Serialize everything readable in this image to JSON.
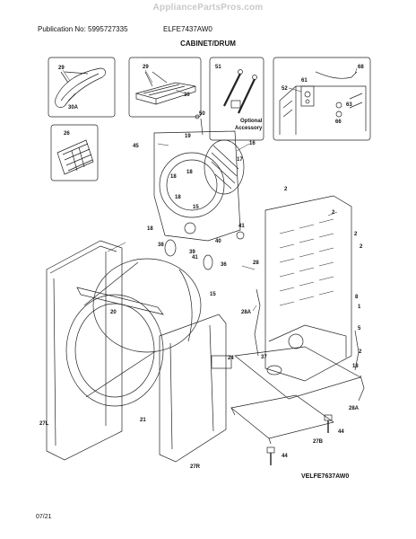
{
  "watermark": "AppliancePartsPros.com",
  "header": {
    "publication": "Publication No: 5995727335",
    "model": "ELFE7437AW0",
    "section_title": "CABINET/DRUM"
  },
  "footer": {
    "diagram_code": "VELFE7637AW0",
    "date": "07/21"
  },
  "optional_accessory": [
    "Optional",
    "Accessory"
  ],
  "callouts": [
    "29",
    "30A",
    "29",
    "30",
    "51",
    "68",
    "52",
    "61",
    "63",
    "66",
    "50",
    "19",
    "16",
    "17",
    "26",
    "45",
    "18",
    "18",
    "18",
    "15",
    "2",
    "2",
    "18",
    "41",
    "40",
    "41",
    "36",
    "2",
    "2",
    "8",
    "1",
    "28",
    "5",
    "38",
    "39",
    "20",
    "15",
    "28A",
    "24",
    "37",
    "2",
    "18",
    "28A",
    "21",
    "27L",
    "27R",
    "27B",
    "44",
    "44"
  ]
}
